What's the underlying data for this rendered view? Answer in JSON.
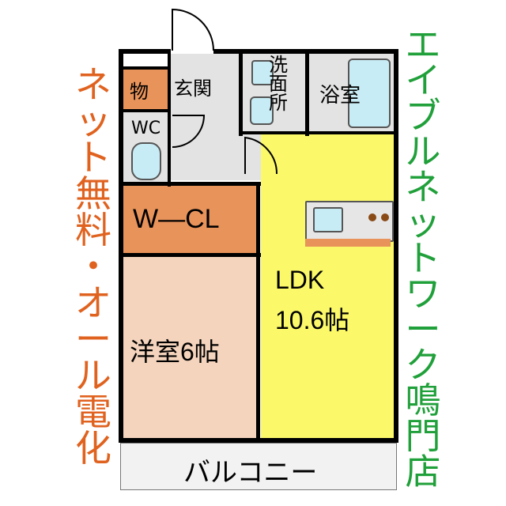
{
  "left_banner": {
    "text": "ネット無料・オール電化",
    "color": "#e0621f"
  },
  "right_banner": {
    "text": "エイブルネットワーク鳴門店",
    "color": "#20a03a"
  },
  "rooms": {
    "storage": "物",
    "genkan": "玄関",
    "wc": "WC",
    "washroom": [
      "洗",
      "面",
      "所"
    ],
    "bath": "浴室",
    "wcl": "W—CL",
    "ldk_line1": "LDK",
    "ldk_line2": "10.6帖",
    "western": "洋室6帖",
    "balcony": "バルコニー"
  },
  "colors": {
    "orange": "#e8935a",
    "pink_room": "#f4d4bc",
    "yellow_room": "#fbf96a",
    "gray_room": "#e3e3e3",
    "fixture_blue": "#c8ecf5"
  }
}
